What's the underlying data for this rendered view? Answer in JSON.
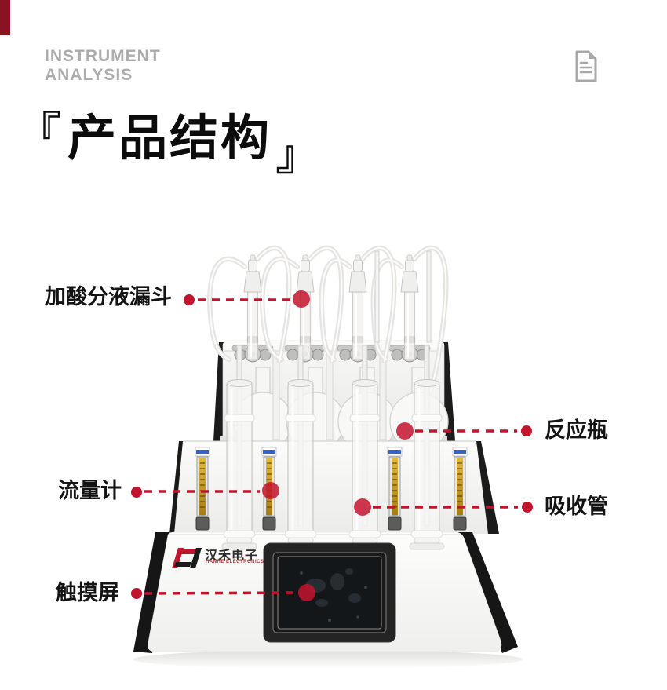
{
  "header": {
    "eyebrow_line1": "INSTRUMENT",
    "eyebrow_line2": "ANALYSIS",
    "title": "产品结构",
    "title_bracket_open": "『",
    "title_bracket_close": "』"
  },
  "icons": {
    "top_right": "document-icon"
  },
  "colors": {
    "accent_red": "#C3142E",
    "corner_red": "#8A1322",
    "eyebrow_gray": "#ACACAC",
    "title_black": "#0C0C0C"
  },
  "callouts": [
    {
      "id": "acid-funnel",
      "label": "加酸分液漏斗",
      "side": "left"
    },
    {
      "id": "reaction-bottle",
      "label": "反应瓶",
      "side": "right"
    },
    {
      "id": "flow-meter",
      "label": "流量计",
      "side": "left"
    },
    {
      "id": "absorption-tube",
      "label": "吸收管",
      "side": "right"
    },
    {
      "id": "touch-screen",
      "label": "触摸屏",
      "side": "left"
    }
  ],
  "device": {
    "brand_cn": "汉禾电子",
    "brand_en": "HANHE ELECTRONICS"
  }
}
